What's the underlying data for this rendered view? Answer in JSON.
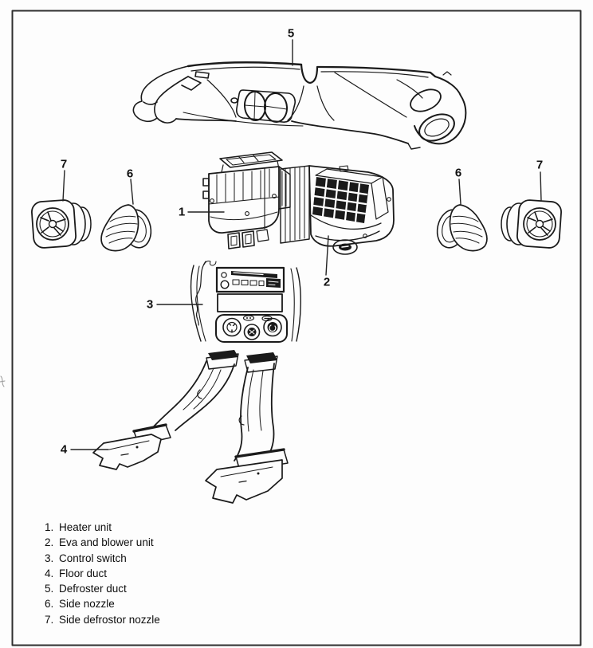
{
  "figure": {
    "paper_color": "#fdfdfd",
    "ink_color": "#1a1a1a",
    "border_color": "#2f2f2f",
    "callouts": {
      "defroster_duct": "5",
      "side_defrostor_left": "7",
      "side_nozzle_left": "6",
      "heater_unit": "1",
      "eva_blower_unit": "2",
      "side_nozzle_right": "6",
      "side_defrostor_right": "7",
      "control_switch": "3",
      "floor_duct": "4"
    },
    "legend": [
      {
        "num": "1.",
        "label": "Heater unit"
      },
      {
        "num": "2.",
        "label": "Eva and blower unit"
      },
      {
        "num": "3.",
        "label": "Control switch"
      },
      {
        "num": "4.",
        "label": "Floor duct"
      },
      {
        "num": "5.",
        "label": "Defroster duct"
      },
      {
        "num": "6.",
        "label": "Side nozzle"
      },
      {
        "num": "7.",
        "label": "Side defrostor nozzle"
      }
    ]
  }
}
